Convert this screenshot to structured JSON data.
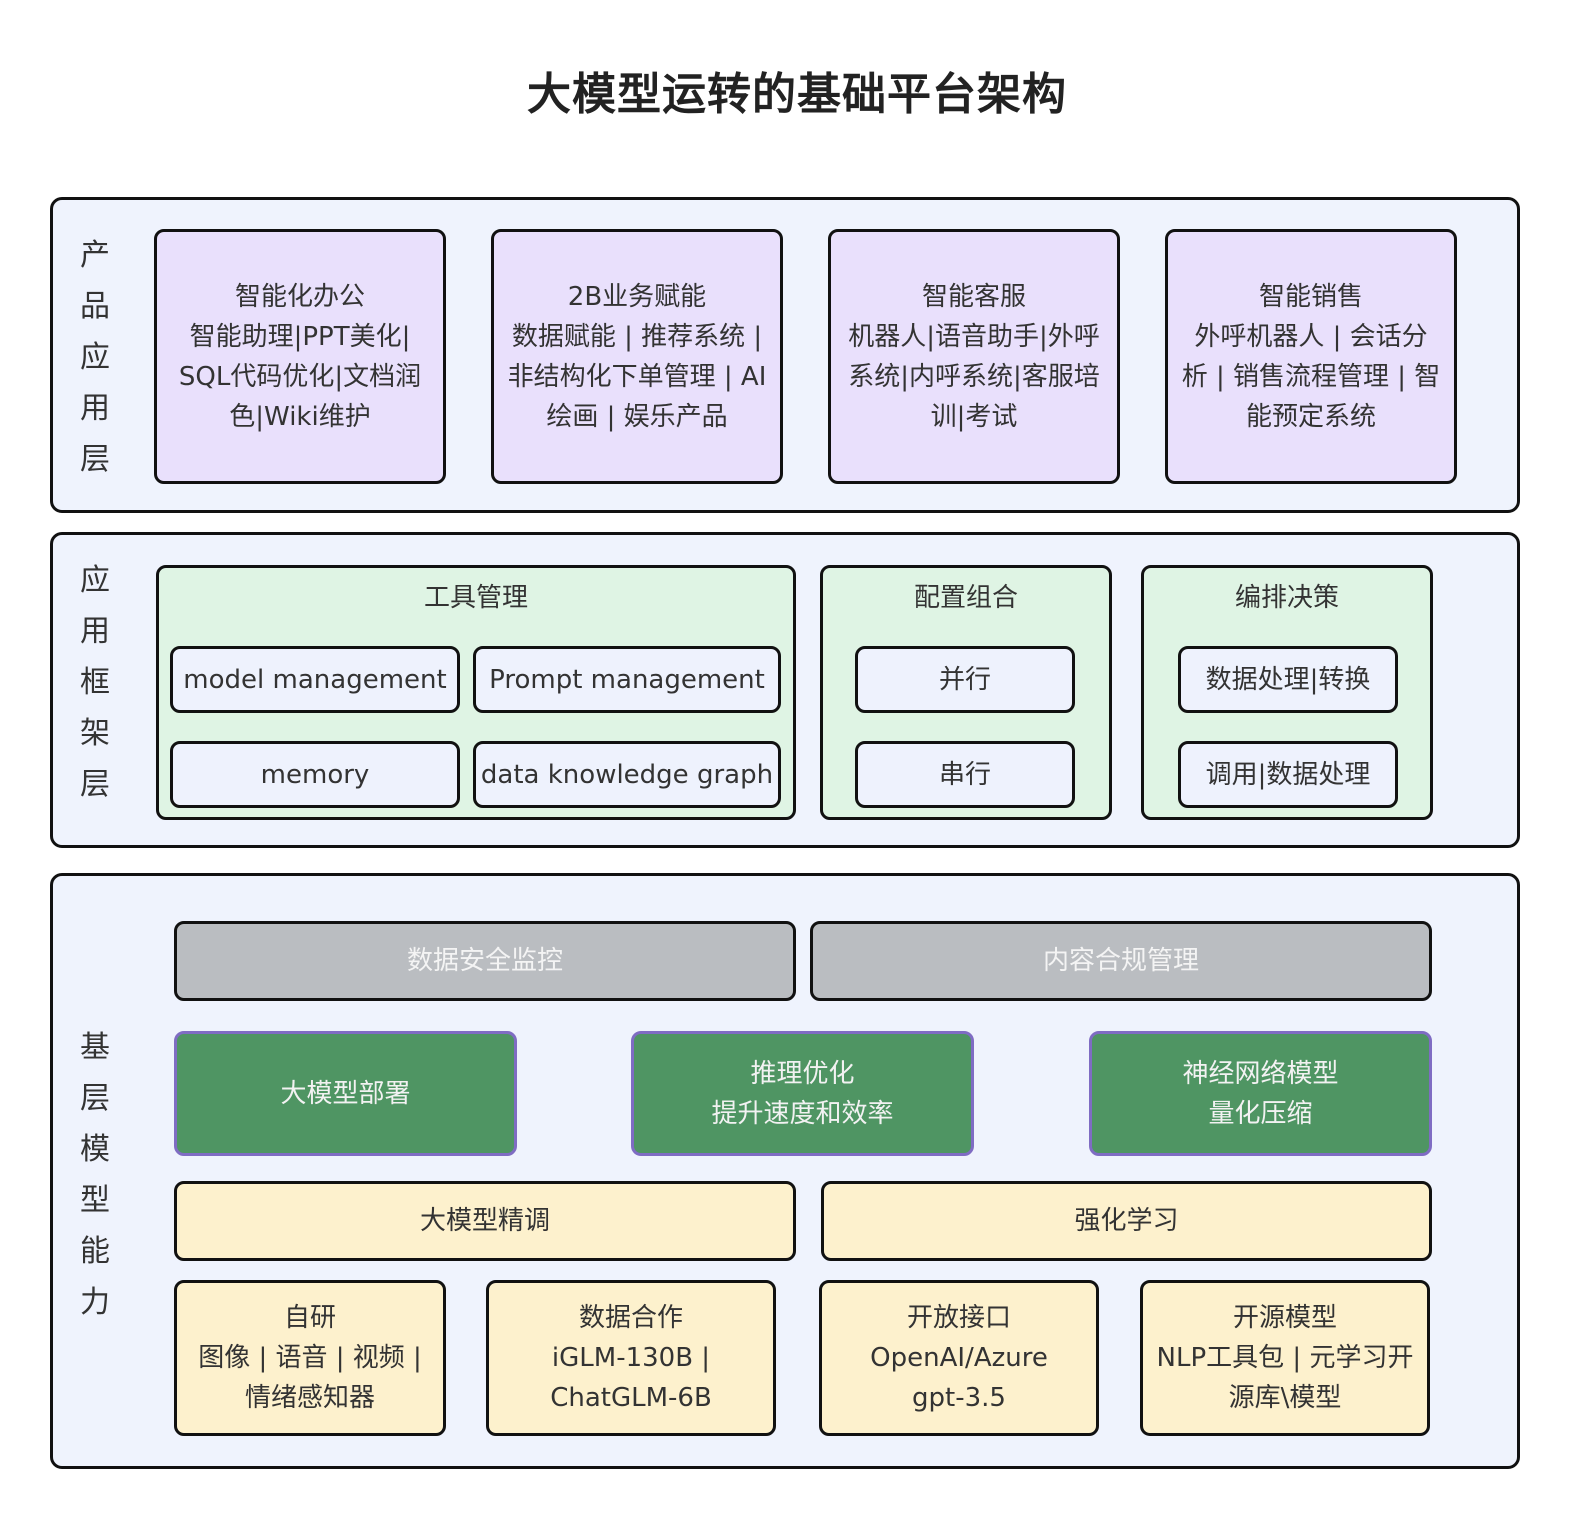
{
  "title": "大模型运转的基础平台架构",
  "layers": {
    "product": {
      "label": "产品应用层",
      "label_chars": [
        "产",
        "品",
        "应",
        "用",
        "层"
      ],
      "cards": [
        {
          "text": "智能化办公\n智能助理|PPT美化|\nSQL代码优化|文档润\n色|Wiki维护"
        },
        {
          "text": "2B业务赋能\n数据赋能 | 推荐系统 |\n非结构化下单管理 | AI\n绘画 | 娱乐产品"
        },
        {
          "text": "智能客服\n机器人|语音助手|外呼\n系统|内呼系统|客服培\n训|考试"
        },
        {
          "text": "智能销售\n外呼机器人 | 会话分\n析 | 销售流程管理 | 智\n能预定系统"
        }
      ]
    },
    "framework": {
      "label": "应用框架层",
      "label_chars": [
        "应",
        "用",
        "框",
        "架",
        "层"
      ],
      "groups": [
        {
          "title": "工具管理",
          "items": [
            "model management",
            "Prompt management",
            "memory",
            "data knowledge graph"
          ]
        },
        {
          "title": "配置组合",
          "items": [
            "并行",
            "串行"
          ]
        },
        {
          "title": "编排决策",
          "items": [
            "数据处理|转换",
            "调用|数据处理"
          ]
        }
      ]
    },
    "base": {
      "label": "基层模型能力",
      "label_chars": [
        "基",
        "层",
        "模",
        "型",
        "能",
        "力"
      ],
      "governance": [
        "数据安全监控",
        "内容合规管理"
      ],
      "optimization": [
        {
          "text": "大模型部署"
        },
        {
          "text": "推理优化\n提升速度和效率"
        },
        {
          "text": "神经网络模型\n量化压缩"
        }
      ],
      "training": [
        "大模型精调",
        "强化学习"
      ],
      "sources": [
        {
          "text": "自研\n图像 | 语音 | 视频 |\n情绪感知器"
        },
        {
          "text": "数据合作\niGLM-130B |\nChatGLM-6B"
        },
        {
          "text": "开放接口\nOpenAI/Azure\ngpt-3.5"
        },
        {
          "text": "开源模型\nNLP工具包 | 元学习开\n源库\\模型"
        }
      ]
    }
  },
  "colors": {
    "layer_bg": "#eff3fd",
    "product_card": "#e9e0fc",
    "framework_group": "#dff4e4",
    "governance": "#babdc1",
    "optimization": "#4f9563",
    "optimization_border": "#7f6cc3",
    "training": "#fdf1cd"
  }
}
